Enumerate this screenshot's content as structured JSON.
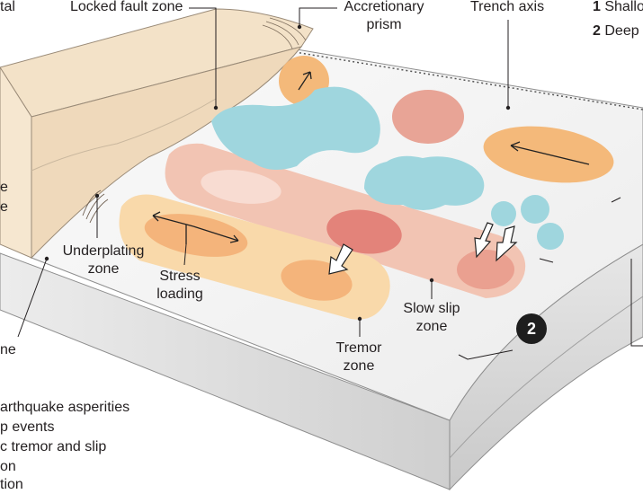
{
  "labels": {
    "locked_fault_zone": "Locked fault zone",
    "accretionary_prism_line1": "Accretionary",
    "accretionary_prism_line2": "prism",
    "trench_axis": "Trench axis",
    "underplating_zone_line1": "Underplating",
    "underplating_zone_line2": "zone",
    "stress_loading_line1": "Stress",
    "stress_loading_line2": "loading",
    "slow_slip_zone_line1": "Slow slip",
    "slow_slip_zone_line2": "zone",
    "tremor_zone_line1": "Tremor",
    "tremor_zone_line2": "zone",
    "cut_top_left": "tal",
    "cut_left_1": "e",
    "cut_left_2": "e",
    "cut_left_bottom": "ne"
  },
  "legend_top": [
    {
      "num": "1",
      "text": "Shallo"
    },
    {
      "num": "2",
      "text": "Deep"
    }
  ],
  "legend_bottom": [
    "arthquake asperities",
    "p events",
    "c tremor and slip",
    "on",
    "tion"
  ],
  "badge": "2",
  "colors": {
    "blue_patch": "#9fd6de",
    "salmon_patch": "#e8a496",
    "orange_patch": "#f4b97a",
    "slow_slip_band": "#f2c4b3",
    "tremor_band": "#f9d9aa",
    "dark_red_patch": "#e3837a",
    "crust": "#f1dcc0",
    "slab_side": "#d5d5d5",
    "label_text": "#231f20"
  }
}
